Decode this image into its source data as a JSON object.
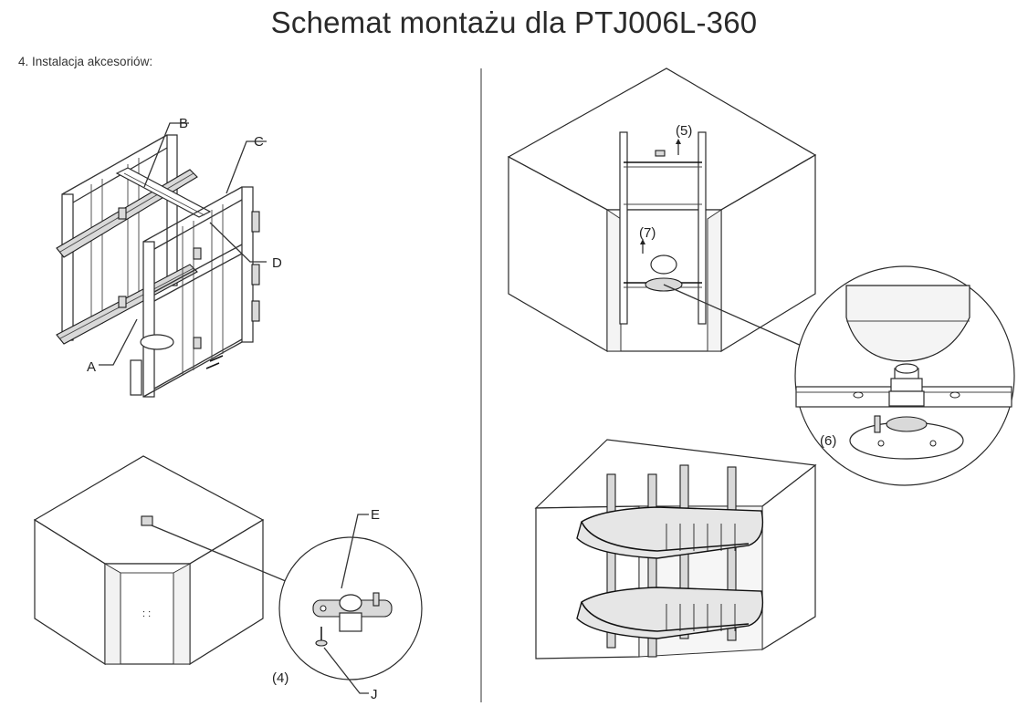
{
  "header": {
    "title": "Schemat montażu dla PTJ006L-360",
    "step": "4. Instalacja akcesoriów:"
  },
  "callouts": {
    "a": "A",
    "b": "B",
    "c": "C",
    "d": "D",
    "e": "E",
    "j": "J",
    "step4": "(4)",
    "step5": "(5)",
    "step6": "(6)",
    "step7": "(7)"
  }
}
